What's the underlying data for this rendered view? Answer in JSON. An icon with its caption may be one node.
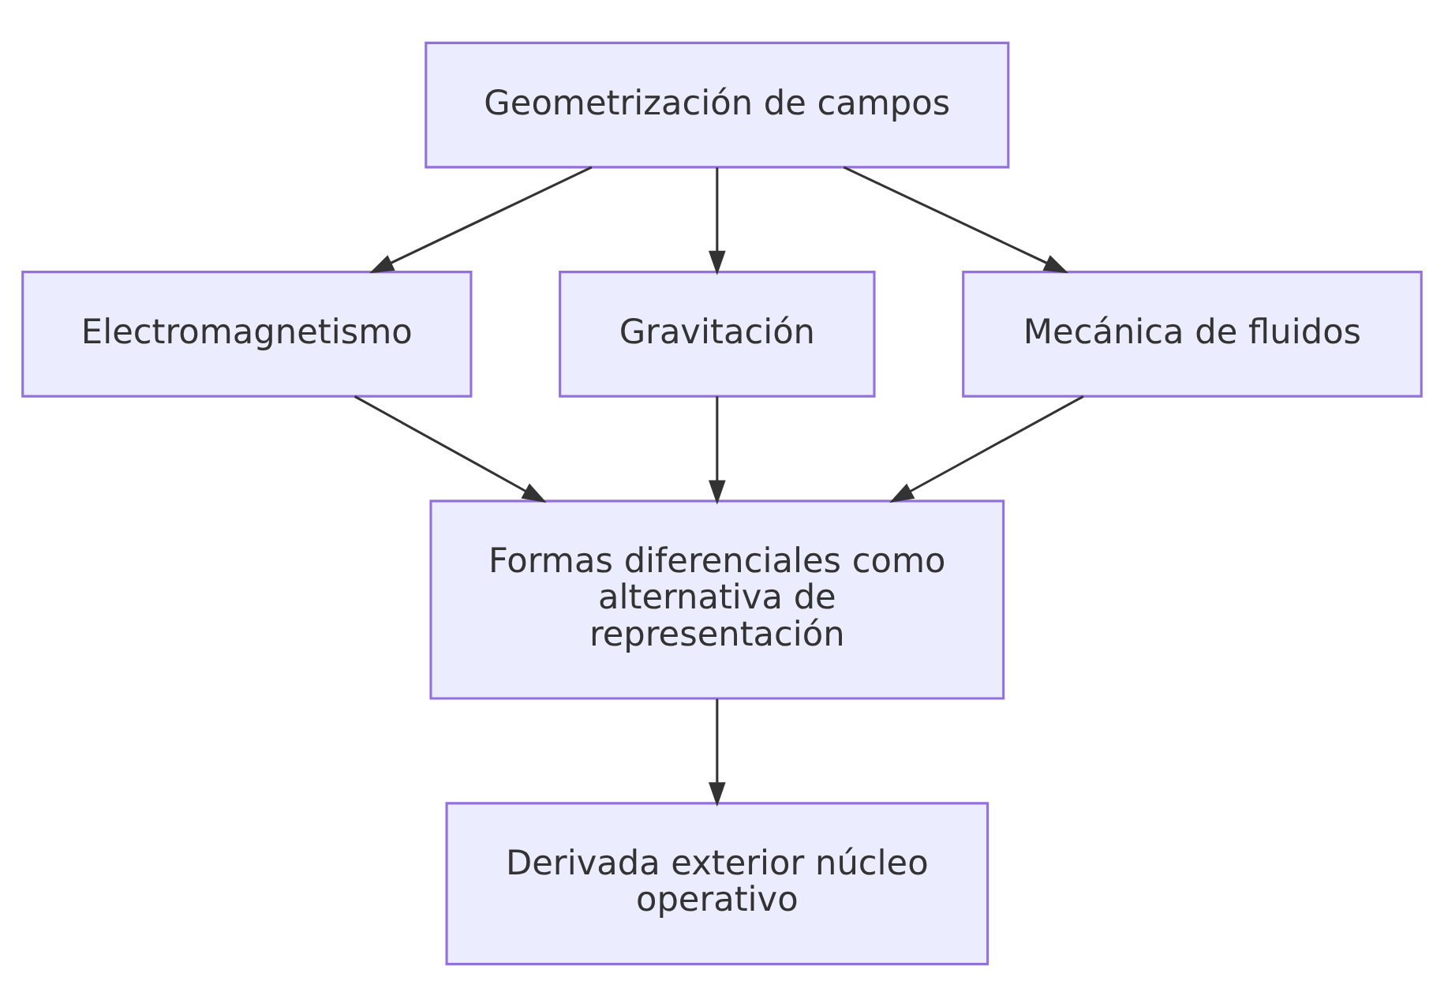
{
  "diagram": {
    "nodes": [
      {
        "text": [
          "Geometrización de campos"
        ]
      },
      {
        "text": [
          "Electromagnetismo"
        ]
      },
      {
        "text": [
          "Gravitación"
        ]
      },
      {
        "text": [
          "Mecánica de fluidos"
        ]
      },
      {
        "text": [
          "Formas diferenciales como alternativa de representación"
        ]
      },
      {
        "text": [
          "Derivada exterior núcleo operativo"
        ]
      }
    ],
    "edges": [
      {
        "from": 0,
        "to": 1,
        "arrow": "to"
      },
      {
        "from": 0,
        "to": 2,
        "arrow": "to"
      },
      {
        "from": 0,
        "to": 3,
        "arrow": "to"
      },
      {
        "from": 1,
        "to": 4,
        "arrow": "to"
      },
      {
        "from": 2,
        "to": 4,
        "arrow": "to"
      },
      {
        "from": 3,
        "to": 4,
        "arrow": "to"
      },
      {
        "from": 4,
        "to": 5,
        "arrow": "to"
      }
    ]
  }
}
